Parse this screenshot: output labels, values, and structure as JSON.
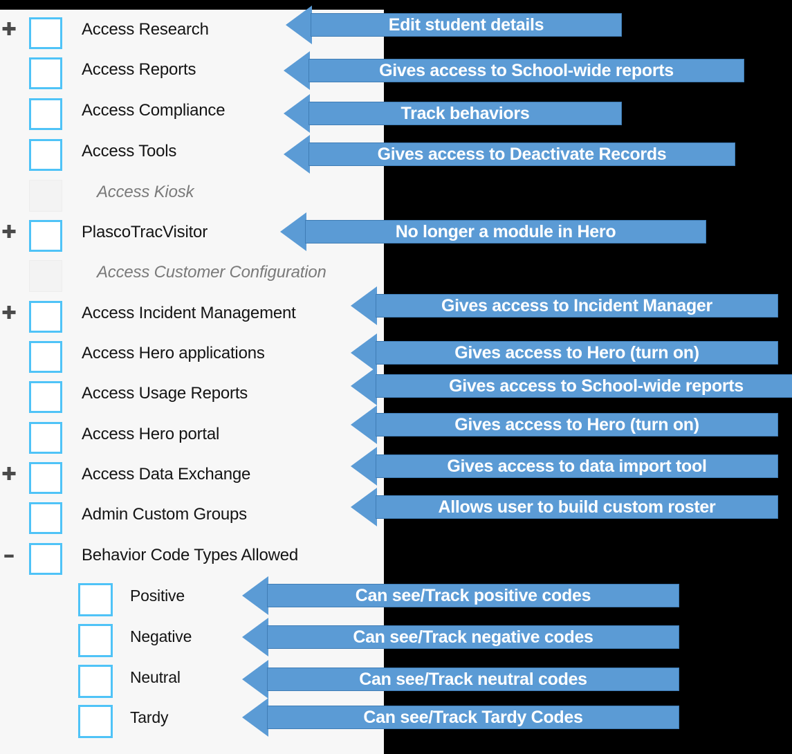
{
  "panel": {
    "background_color": "#F7F7F7",
    "checkbox_border_color": "#4FC3F7",
    "rows": [
      {
        "label": "Access Research",
        "level": 0,
        "expander": "+",
        "checkbox": "unchecked",
        "disabled": false
      },
      {
        "label": "Access Reports",
        "level": 0,
        "expander": "",
        "checkbox": "unchecked",
        "disabled": false
      },
      {
        "label": "Access Compliance",
        "level": 0,
        "expander": "",
        "checkbox": "unchecked",
        "disabled": false
      },
      {
        "label": "Access Tools",
        "level": 0,
        "expander": "",
        "checkbox": "unchecked",
        "disabled": false
      },
      {
        "label": "Access Kiosk",
        "level": 0,
        "expander": "",
        "checkbox": "none",
        "disabled": true
      },
      {
        "label": "PlascoTracVisitor",
        "level": 0,
        "expander": "+",
        "checkbox": "unchecked",
        "disabled": false
      },
      {
        "label": "Access Customer Configuration",
        "level": 0,
        "expander": "",
        "checkbox": "none",
        "disabled": true
      },
      {
        "label": "Access Incident Management",
        "level": 0,
        "expander": "+",
        "checkbox": "unchecked",
        "disabled": false
      },
      {
        "label": "Access Hero applications",
        "level": 0,
        "expander": "",
        "checkbox": "unchecked",
        "disabled": false
      },
      {
        "label": "Access Usage Reports",
        "level": 0,
        "expander": "",
        "checkbox": "unchecked",
        "disabled": false
      },
      {
        "label": "Access Hero portal",
        "level": 0,
        "expander": "",
        "checkbox": "unchecked",
        "disabled": false
      },
      {
        "label": "Access Data Exchange",
        "level": 0,
        "expander": "+",
        "checkbox": "unchecked",
        "disabled": false
      },
      {
        "label": "Admin Custom Groups",
        "level": 0,
        "expander": "",
        "checkbox": "unchecked",
        "disabled": false
      },
      {
        "label": "Behavior Code Types Allowed",
        "level": 0,
        "expander": "-",
        "checkbox": "unchecked",
        "disabled": false
      },
      {
        "label": "Positive",
        "level": 1,
        "expander": "",
        "checkbox": "unchecked",
        "disabled": false
      },
      {
        "label": "Negative",
        "level": 1,
        "expander": "",
        "checkbox": "unchecked",
        "disabled": false
      },
      {
        "label": "Neutral",
        "level": 1,
        "expander": "",
        "checkbox": "unchecked",
        "disabled": false
      },
      {
        "label": "Tardy",
        "level": 1,
        "expander": "",
        "checkbox": "unchecked",
        "disabled": false
      }
    ]
  },
  "callouts": {
    "arrow_color": "#5B9BD5",
    "text_color": "#FFFFFF",
    "items": [
      {
        "text": "Edit student details",
        "points_to": "Access Research"
      },
      {
        "text": "Gives access to School-wide reports",
        "points_to": "Access Reports"
      },
      {
        "text": "Track behaviors",
        "points_to": "Access Compliance"
      },
      {
        "text": "Gives access to Deactivate Records",
        "points_to": "Access Tools"
      },
      {
        "text": "No longer a module in Hero",
        "points_to": "PlascoTracVisitor"
      },
      {
        "text": "Gives access to Incident Manager",
        "points_to": "Access Incident Management"
      },
      {
        "text": "Gives access to Hero (turn on)",
        "points_to": "Access Hero applications"
      },
      {
        "text": "Gives access to School-wide reports",
        "points_to": "Access Usage Reports"
      },
      {
        "text": "Gives access to Hero (turn on)",
        "points_to": "Access Hero portal"
      },
      {
        "text": "Gives access to data import tool",
        "points_to": "Access Data Exchange"
      },
      {
        "text": "Allows user to build custom roster",
        "points_to": "Admin Custom Groups"
      },
      {
        "text": "Can see/Track positive codes",
        "points_to": "Positive"
      },
      {
        "text": "Can see/Track negative codes",
        "points_to": "Negative"
      },
      {
        "text": "Can see/Track neutral codes",
        "points_to": "Neutral"
      },
      {
        "text": "Can see/Track Tardy Codes",
        "points_to": "Tardy"
      }
    ]
  }
}
